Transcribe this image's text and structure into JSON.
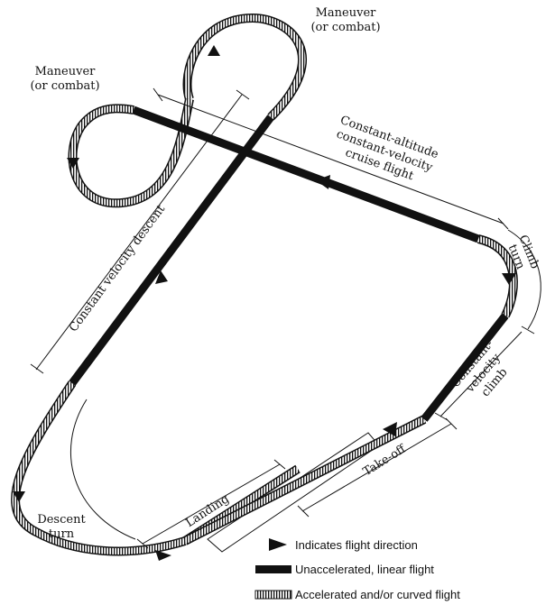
{
  "labels": {
    "maneuver_top": [
      "Maneuver",
      "(or combat)"
    ],
    "maneuver_left": [
      "Maneuver",
      "(or combat)"
    ],
    "cruise": [
      "Constant-altitude",
      "constant-velocity",
      "cruise flight"
    ],
    "climb_turn": [
      "Climb",
      "turn"
    ],
    "constant_velocity_climb": [
      "Constant-",
      "velocity",
      "climb"
    ],
    "takeoff": "Take-off",
    "landing": "Landing",
    "descent_turn": [
      "Descent",
      "turn"
    ],
    "constant_velocity_descent": "Constant velocity descent"
  },
  "legend": {
    "direction": "Indicates flight direction",
    "unaccelerated": "Unaccelerated, linear flight",
    "accelerated": "Accelerated and/or curved flight"
  }
}
